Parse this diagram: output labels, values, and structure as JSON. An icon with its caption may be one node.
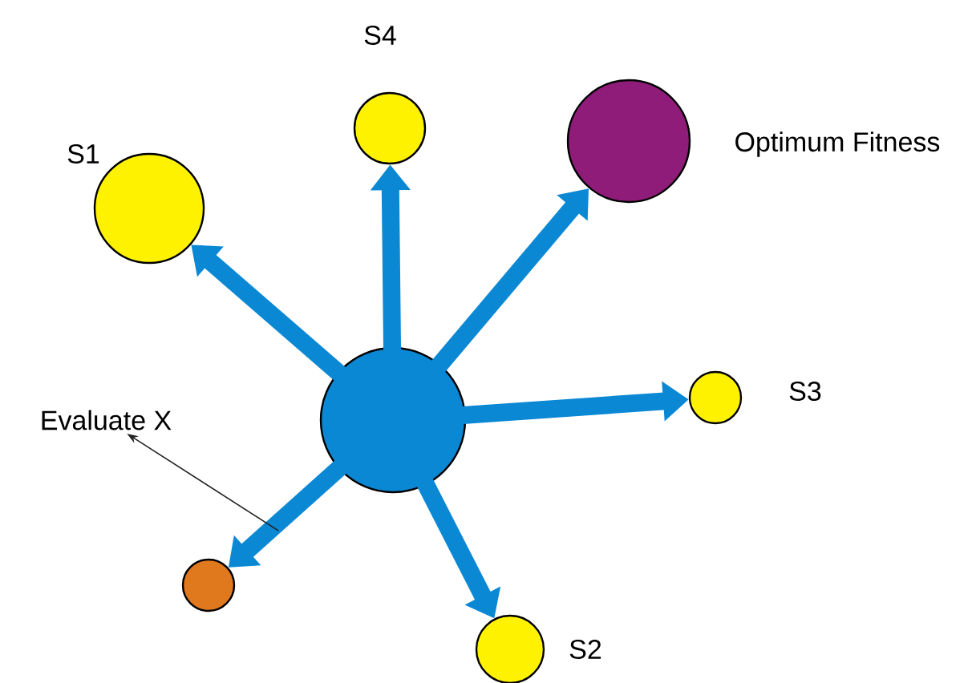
{
  "diagram": {
    "nodes": [
      {
        "text": [
          "S4"
        ]
      },
      {
        "text": [
          "S1"
        ]
      },
      {
        "text": [
          "Optimum Fitness"
        ]
      },
      {
        "text": [],
        "shape": "circle"
      },
      {
        "text": [
          "S3"
        ]
      },
      {
        "text": [
          "Evaluate X"
        ]
      },
      {
        "text": [],
        "shape": "circle"
      },
      {
        "text": [
          "S2"
        ]
      }
    ],
    "edges": [
      {
        "from": 3,
        "to": 1,
        "arrow": "to"
      },
      {
        "from": 3,
        "to": 0,
        "arrow": "to"
      },
      {
        "from": 3,
        "to": 2,
        "arrow": "to"
      },
      {
        "from": 3,
        "to": 4,
        "arrow": "to"
      },
      {
        "from": 3,
        "to": 6,
        "arrow": "to"
      },
      {
        "from": 3,
        "to": 7,
        "arrow": "to"
      },
      {
        "from": null,
        "to": 5,
        "arrow": "to",
        "color": "#222222"
      }
    ]
  }
}
